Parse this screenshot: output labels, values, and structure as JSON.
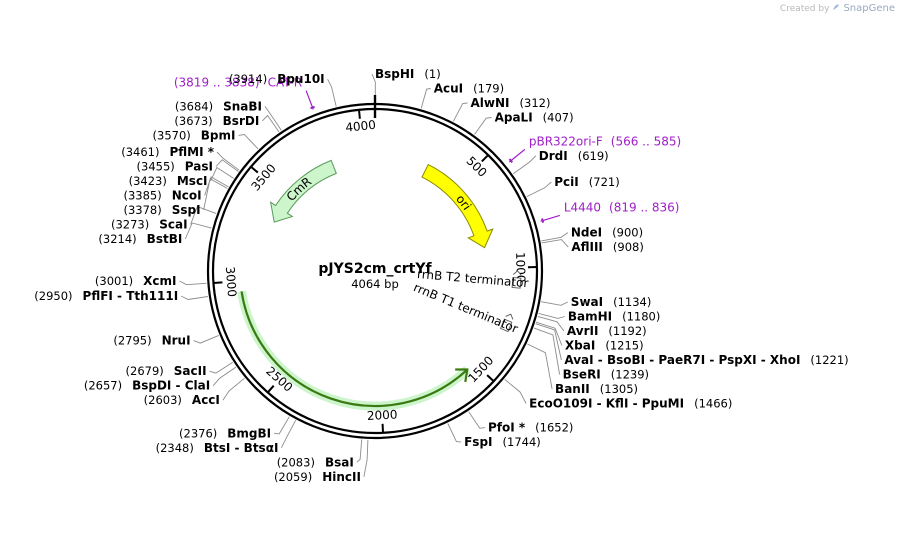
{
  "credit": {
    "prefix": "Created by",
    "brand": "SnapGene"
  },
  "plasmid": {
    "name": "pJYS2cm_crtYf",
    "length_label": "4064 bp",
    "length": 4064
  },
  "ticks": [
    {
      "pos": 500,
      "label": "500"
    },
    {
      "pos": 1000,
      "label": "1000"
    },
    {
      "pos": 1500,
      "label": "1500"
    },
    {
      "pos": 2000,
      "label": "2000"
    },
    {
      "pos": 2500,
      "label": "2500"
    },
    {
      "pos": 3000,
      "label": "3000"
    },
    {
      "pos": 3500,
      "label": "3500"
    },
    {
      "pos": 4000,
      "label": "4000"
    }
  ],
  "features": [
    {
      "name": "ori",
      "start": 300,
      "end": 880,
      "color": "#ffff00",
      "stroke": "#8a8a00",
      "style": "block"
    },
    {
      "name": "CmR",
      "start": 3820,
      "end": 3340,
      "color": "#ccf5cc",
      "stroke": "#5a9a5a",
      "style": "block"
    },
    {
      "name": "rrnB T2 terminator",
      "pos": 1070,
      "style": "term"
    },
    {
      "name": "rrnB T1 terminator",
      "pos": 1270,
      "style": "term"
    },
    {
      "name": "crtYf",
      "start": 2950,
      "end": 1545,
      "color": "#ccf5cc",
      "stroke": "#3a7a10",
      "style": "line",
      "labeled": false
    }
  ],
  "primers": [
    {
      "name": "CAT-R",
      "range": "(3819 .. 3838)",
      "pos": 3828
    },
    {
      "name": "pBR322ori-F",
      "range": "(566 .. 585)",
      "pos": 575
    },
    {
      "name": "L4440",
      "range": "(819 .. 836)",
      "pos": 827
    }
  ],
  "sites": [
    {
      "name": "BspHI",
      "pos": "(1)",
      "bp": 1
    },
    {
      "name": "AcuI",
      "pos": "(179)",
      "bp": 179
    },
    {
      "name": "AlwNI",
      "pos": "(312)",
      "bp": 312
    },
    {
      "name": "ApaLI",
      "pos": "(407)",
      "bp": 407
    },
    {
      "name": "DrdI",
      "pos": "(619)",
      "bp": 619
    },
    {
      "name": "PciI",
      "pos": "(721)",
      "bp": 721
    },
    {
      "name": "NdeI",
      "pos": "(900)",
      "bp": 900
    },
    {
      "name": "AflIII",
      "pos": "(908)",
      "bp": 908
    },
    {
      "name": "SwaI",
      "pos": "(1134)",
      "bp": 1134
    },
    {
      "name": "BamHI",
      "pos": "(1180)",
      "bp": 1180
    },
    {
      "name": "AvrII",
      "pos": "(1192)",
      "bp": 1192
    },
    {
      "name": "XbaI",
      "pos": "(1215)",
      "bp": 1215
    },
    {
      "name": "AvaI - BsoBI - PaeR7I - PspXI - XhoI",
      "pos": "(1221)",
      "bp": 1221
    },
    {
      "name": "BseRI",
      "pos": "(1239)",
      "bp": 1239
    },
    {
      "name": "BanII",
      "pos": "(1305)",
      "bp": 1305
    },
    {
      "name": "EcoO109I - KflI - PpuMI",
      "pos": "(1466)",
      "bp": 1466
    },
    {
      "name": "PfoI *",
      "pos": "(1652)",
      "bp": 1652
    },
    {
      "name": "FspI",
      "pos": "(1744)",
      "bp": 1744
    },
    {
      "name": "HincII",
      "pos": "(2059)",
      "bp": 2059
    },
    {
      "name": "BsaI",
      "pos": "(2083)",
      "bp": 2083
    },
    {
      "name": "BtsI - BtsαI",
      "pos": "(2348)",
      "bp": 2348
    },
    {
      "name": "BmgBI",
      "pos": "(2376)",
      "bp": 2376
    },
    {
      "name": "AccI",
      "pos": "(2603)",
      "bp": 2603
    },
    {
      "name": "BspDI - ClaI",
      "pos": "(2657)",
      "bp": 2657
    },
    {
      "name": "SacII",
      "pos": "(2679)",
      "bp": 2679
    },
    {
      "name": "NruI",
      "pos": "(2795)",
      "bp": 2795
    },
    {
      "name": "PflFI - Tth111I",
      "pos": "(2950)",
      "bp": 2950
    },
    {
      "name": "XcmI",
      "pos": "(3001)",
      "bp": 3001
    },
    {
      "name": "BstBI",
      "pos": "(3214)",
      "bp": 3214
    },
    {
      "name": "ScaI",
      "pos": "(3273)",
      "bp": 3273
    },
    {
      "name": "SspI",
      "pos": "(3378)",
      "bp": 3378
    },
    {
      "name": "NcoI",
      "pos": "(3385)",
      "bp": 3385
    },
    {
      "name": "MscI",
      "pos": "(3423)",
      "bp": 3423
    },
    {
      "name": "PasI",
      "pos": "(3455)",
      "bp": 3455
    },
    {
      "name": "PflMI *",
      "pos": "(3461)",
      "bp": 3461
    },
    {
      "name": "BpmI",
      "pos": "(3570)",
      "bp": 3570
    },
    {
      "name": "BsrDI",
      "pos": "(3673)",
      "bp": 3673
    },
    {
      "name": "SnaBI",
      "pos": "(3684)",
      "bp": 3684
    },
    {
      "name": "Bpu10I",
      "pos": "(3914)",
      "bp": 3914
    }
  ]
}
